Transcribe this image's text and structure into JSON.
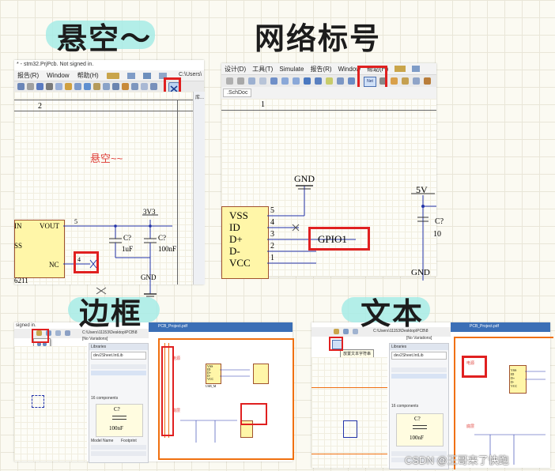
{
  "titles": {
    "floating": "悬空～",
    "net_label": "网络标号",
    "border": "边框",
    "text": "文本"
  },
  "panel1": {
    "window_title": "* - stm32.PrjPcb. Not signed in.",
    "menu": [
      "报告(R)",
      "Window",
      "帮助(H)"
    ],
    "path": "C:\\Users\\",
    "side_label": "库...",
    "column_number": "2",
    "annotation": "悬空~~",
    "chip_pins": [
      "IN",
      "VOUT",
      "SS",
      "NC"
    ],
    "chip_name": "6211",
    "pin_numbers": [
      "5",
      "4"
    ],
    "power_label": "3V3",
    "cap1_ref": "C?",
    "cap1_value": "1uF",
    "cap2_ref": "C?",
    "cap2_value": "100nF",
    "ground_label": "GND"
  },
  "panel2": {
    "menu": [
      "设计(D)",
      "工具(T)",
      "Simulate",
      "报告(R)",
      "Window",
      "帮助(H)"
    ],
    "tab": ".SchDoc",
    "column_number": "1",
    "gnd_top": "GND",
    "power_label": "5V",
    "cap_ref": "C?",
    "cap_value": "10",
    "pin_names": [
      "VSS",
      "ID",
      "D+",
      "D-",
      "VCC"
    ],
    "pin_numbers": [
      "5",
      "4",
      "3",
      "2",
      "1"
    ],
    "net_label": "GPIO1",
    "gnd_bottom": "GND",
    "netlabel_tool": "Net"
  },
  "panel3": {
    "window_title": "signed in.",
    "path": "C:\\Users\\11153\\Desktop\\PCB\\8",
    "variation": "[No Variations]",
    "pdf_tab": "PCB_Project.pdf",
    "lib_title": "Libraries",
    "lib_name": "dev2Sheet.IntLib",
    "comp_count": "16 components",
    "cap_ref": "C?",
    "cap_value": "100nF",
    "models_header": "Model Name",
    "model_type": "Footprint",
    "sheet_labels": [
      "电源",
      "底层"
    ],
    "chip_pins": [
      "VSS",
      "ID",
      "D+",
      "D-",
      "VCC"
    ],
    "chip_name": "USB_M"
  },
  "panel4": {
    "path": "C:\\Users\\11153\\Desktop\\PCB\\8",
    "variation": "[No Variations]",
    "tooltip": "放置文本字符串",
    "pdf_tab": "PCB_Project.pdf",
    "lib_title": "Libraries",
    "lib_name": "dev2Sheet.IntLib",
    "comp_count": "16 components",
    "cap_ref": "C?",
    "cap_value": "100nF",
    "sheet_label": "电源",
    "bottom_label": "底层",
    "chip_pins": [
      "VSS",
      "ID",
      "D+",
      "D-",
      "VCC"
    ]
  },
  "watermark": "CSDN @王哥来了快跑",
  "colors": {
    "highlight": "#a6ebe6",
    "red_box": "#e02020",
    "annotation_red": "#e0403a",
    "chip_fill": "#fff6a8",
    "wire_blue": "#2233aa",
    "sheet_orange": "#f07010"
  }
}
